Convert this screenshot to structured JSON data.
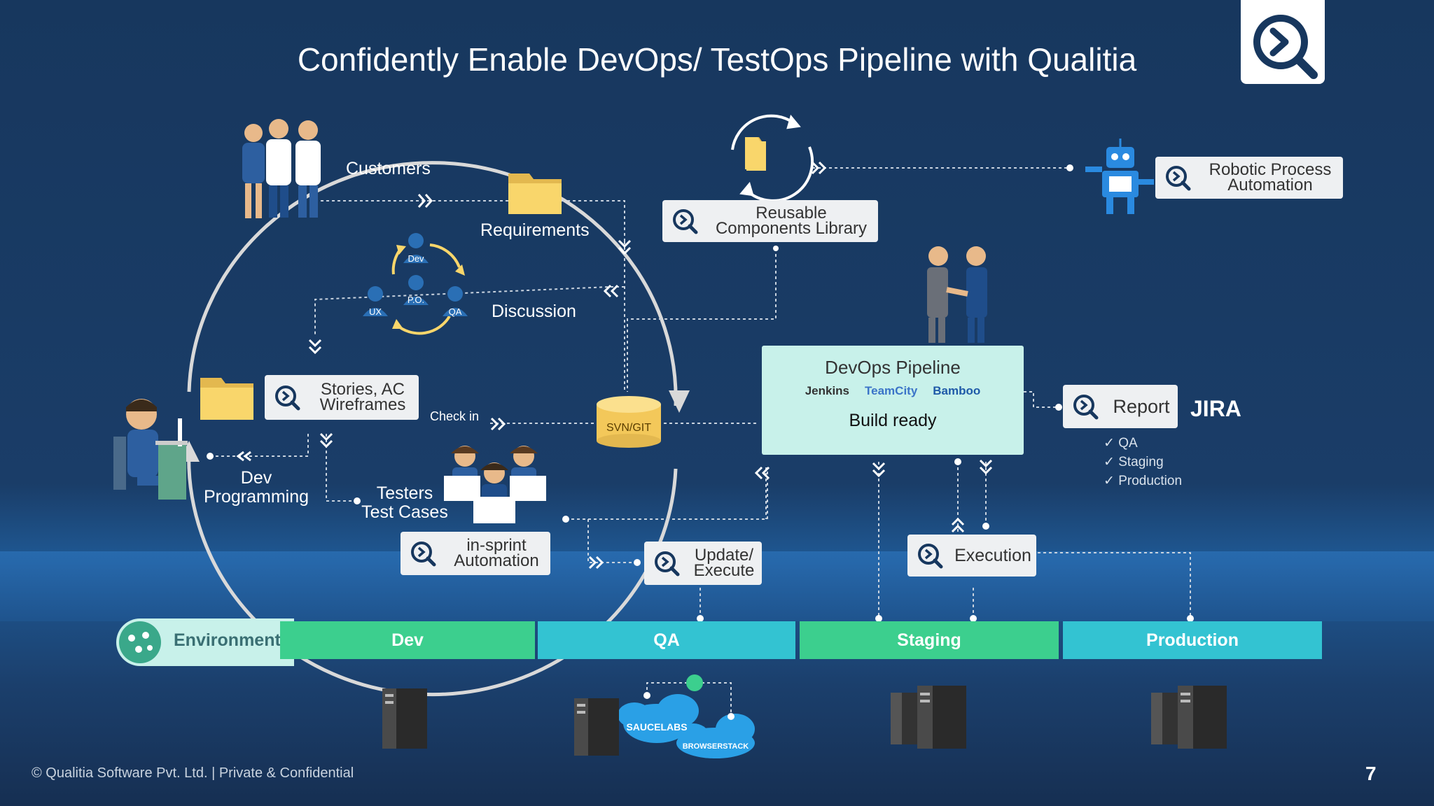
{
  "title": "Confidently Enable DevOps/ TestOps Pipeline with Qualitia",
  "labels": {
    "customers": "Customers",
    "requirements": "Requirements",
    "discussion": "Discussion",
    "check_in": "Check in",
    "dev_programming_line1": "Dev",
    "dev_programming_line2": "Programming",
    "testers_line1": "Testers",
    "testers_line2": "Test Cases",
    "role_dev": "Dev",
    "role_po": "P.O.",
    "role_ux": "UX",
    "role_qa": "QA",
    "svn": "SVN/GIT",
    "saucelabs": "SAUCELABS",
    "browserstack": "BROWSERSTACK"
  },
  "boxes": {
    "stories_line1": "Stories, AC",
    "stories_line2": "Wireframes",
    "reusable_line1": "Reusable",
    "reusable_line2": "Components Library",
    "rpa_line1": "Robotic Process",
    "rpa_line2": "Automation",
    "report": "Report",
    "inspint_line1": "in-sprint",
    "inspint_line2": "Automation",
    "update_line1": "Update/",
    "update_line2": "Execute",
    "execution": "Execution"
  },
  "devops": {
    "title": "DevOps Pipeline",
    "tools": [
      "Jenkins",
      "TeamCity",
      "Bamboo"
    ],
    "status": "Build ready"
  },
  "report_list": [
    "QA",
    "Staging",
    "Production"
  ],
  "jira": "JIRA",
  "environment": {
    "label": "Environment",
    "stages": [
      "Dev",
      "QA",
      "Staging",
      "Production"
    ]
  },
  "colors": {
    "background": "#17375e",
    "stage_green": "#3ccf8e",
    "stage_teal": "#33c3d2",
    "devops_fill": "#c8f1ea",
    "folder": "#f9d66b",
    "box_fill": "#eef0f2"
  },
  "footer": "© Qualitia Software Pvt. Ltd. | Private & Confidential",
  "page_number": "7"
}
